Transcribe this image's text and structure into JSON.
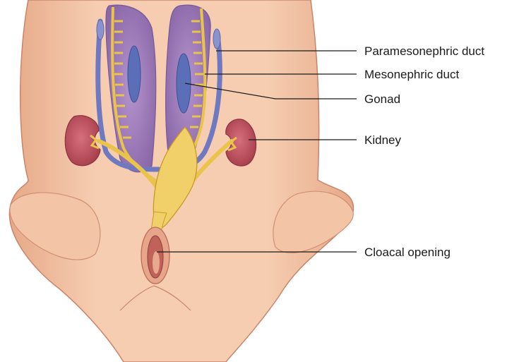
{
  "labels": {
    "paramesonephric_duct": "Paramesonephric duct",
    "mesonephric_duct": "Mesonephric duct",
    "gonad": "Gonad",
    "kidney": "Kidney",
    "cloacal_opening": "Cloacal opening"
  },
  "colors": {
    "skin": "#f2c3a4",
    "skin_shadow": "#d9957a",
    "gonad_fill": "#9b78b8",
    "gonad_core": "#5a6fb8",
    "mesonephric_duct": "#e9c34a",
    "paramesonephric_duct": "#8a93cf",
    "kidney": "#c24f5e",
    "cloaca_inner": "#c0625a"
  }
}
